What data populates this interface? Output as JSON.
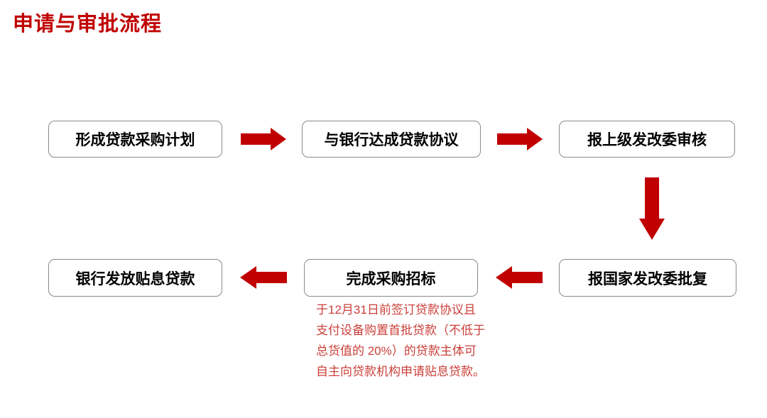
{
  "title": {
    "text": "申请与审批流程"
  },
  "colors": {
    "title": "#c00000",
    "arrow": "#c00000",
    "box_border": "#8a8a8a",
    "box_text": "#000000",
    "note": "#cb403a",
    "background": "#ffffff"
  },
  "flow": {
    "steps": [
      {
        "label": "形成贷款采购计划"
      },
      {
        "label": "与银行达成贷款协议"
      },
      {
        "label": "报上级发改委审核"
      },
      {
        "label": "报国家发改委批复"
      },
      {
        "label": "完成采购招标"
      },
      {
        "label": "银行发放贴息贷款"
      }
    ]
  },
  "note": {
    "lines": [
      "于12月31日前签订贷款协议且",
      "支付设备购置首批贷款（不低于",
      "总货值的 20%）的贷款主体可",
      "自主向贷款机构申请贴息贷款。"
    ]
  }
}
